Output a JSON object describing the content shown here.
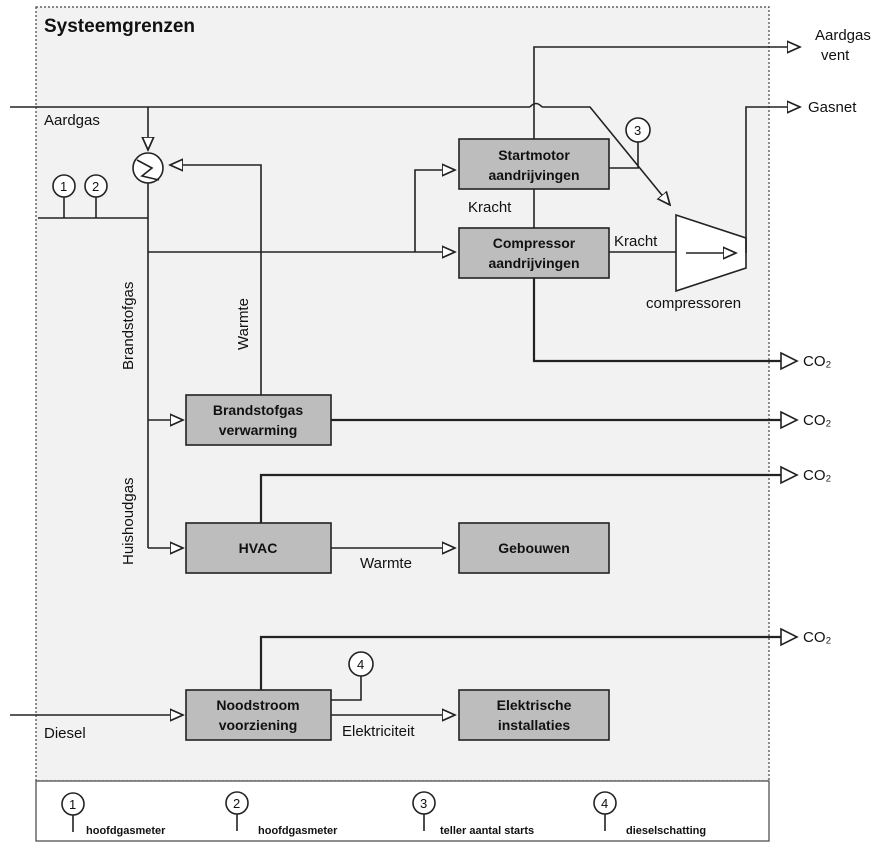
{
  "title": "Systeemgrenzen",
  "inputs": {
    "aardgas": "Aardgas",
    "diesel": "Diesel"
  },
  "outputs": {
    "vent": [
      "Aardgas",
      "vent"
    ],
    "gasnet": "Gasnet",
    "co2": "CO₂"
  },
  "boxes": {
    "startmotor": [
      "Startmotor",
      "aandrijvingen"
    ],
    "compressor": [
      "Compressor",
      "aandrijvingen"
    ],
    "brandstofgas": [
      "Brandstofgas",
      "verwarming"
    ],
    "hvac": "HVAC",
    "gebouwen": "Gebouwen",
    "noodstroom": [
      "Noodstroom",
      "voorziening"
    ],
    "elektrische": [
      "Elektrische",
      "installaties"
    ]
  },
  "labels": {
    "kracht": "Kracht",
    "compressoren": "compressoren",
    "warmte": "Warmte",
    "brandstofgas_v": "Brandstofgas",
    "huishoudgas_v": "Huishoudgas",
    "elektriciteit": "Elektriciteit"
  },
  "meters": [
    "1",
    "2",
    "3",
    "4"
  ],
  "legend": [
    {
      "num": "1",
      "text": "hoofdgasmeter"
    },
    {
      "num": "2",
      "text": "hoofdgasmeter"
    },
    {
      "num": "3",
      "text": "teller aantal starts"
    },
    {
      "num": "4",
      "text": "dieselschatting"
    }
  ]
}
